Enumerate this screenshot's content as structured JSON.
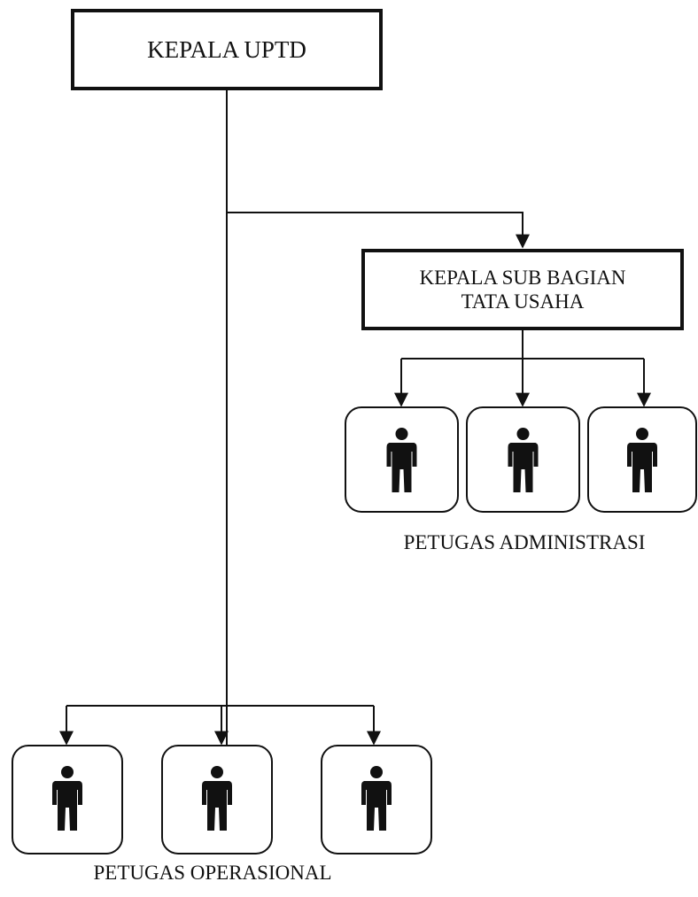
{
  "diagram": {
    "top_box": {
      "label": "KEPALA UPTD"
    },
    "sub_box": {
      "line1": "KEPALA SUB BAGIAN",
      "line2": "TATA USAHA"
    },
    "admin_group": {
      "label": "PETUGAS ADMINISTRASI",
      "members": 3,
      "icon": "person-icon"
    },
    "ops_group": {
      "label": "PETUGAS OPERASIONAL",
      "members": 3,
      "icon": "person-icon"
    }
  }
}
